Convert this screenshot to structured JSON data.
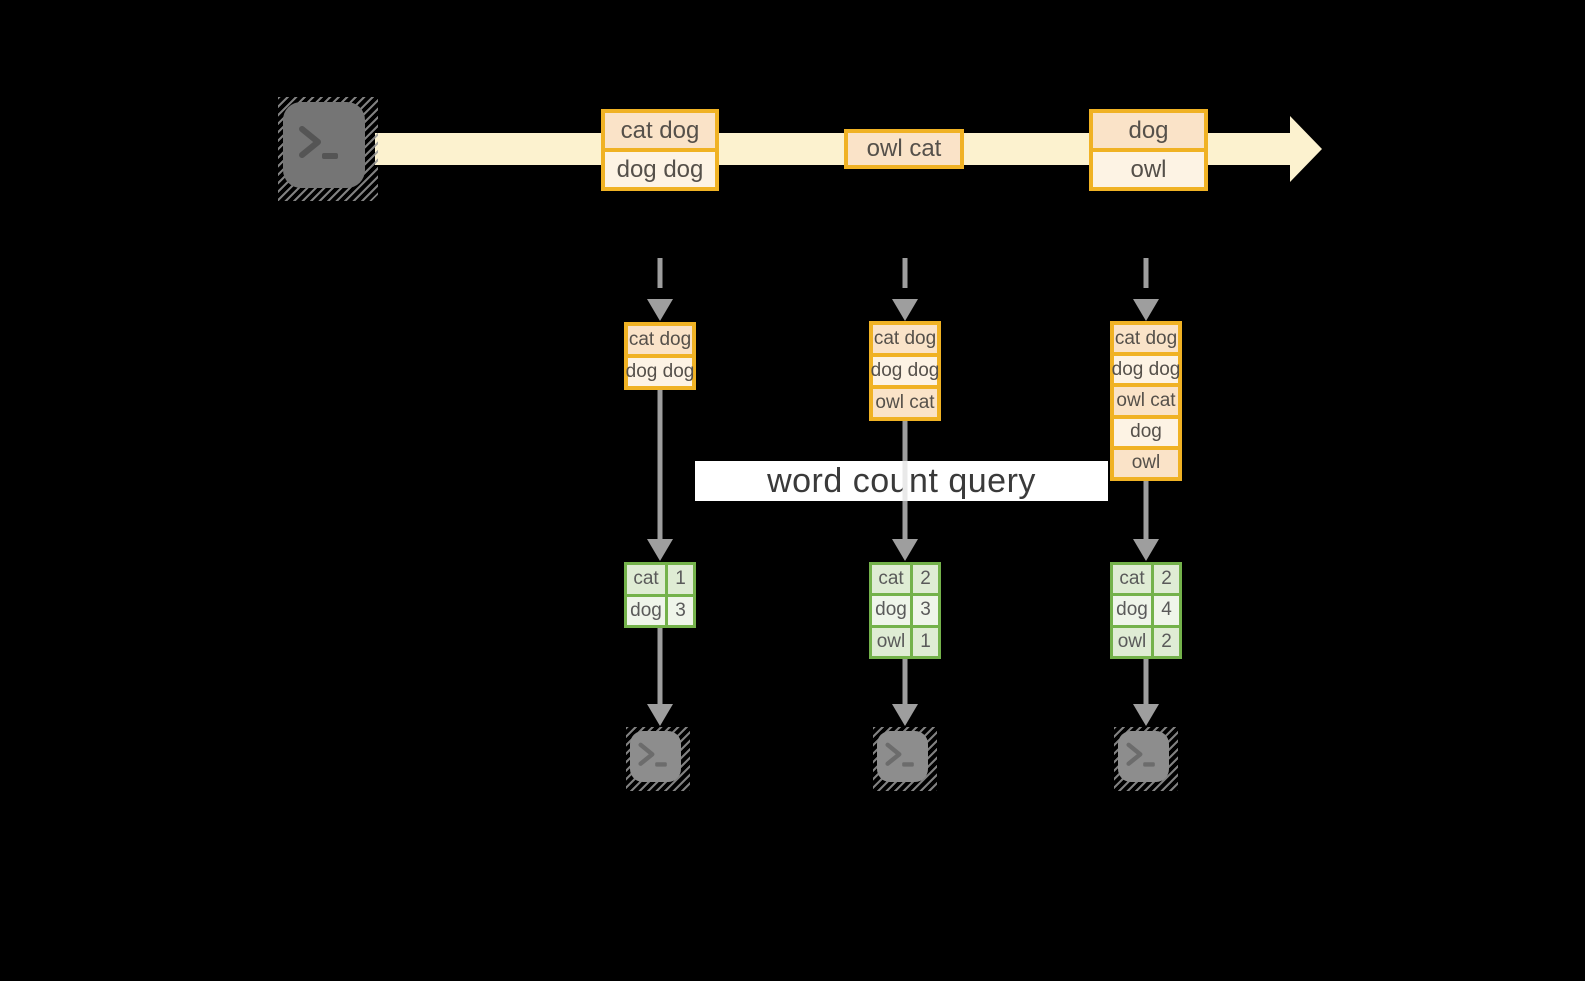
{
  "diagram": {
    "query_label": "word count query",
    "stream": {
      "source_icon": "terminal-icon",
      "batches": [
        {
          "rows": [
            "cat dog",
            "dog dog"
          ]
        },
        {
          "rows": [
            "owl cat"
          ]
        },
        {
          "rows": [
            "dog",
            "owl"
          ]
        }
      ]
    },
    "columns": [
      {
        "input_rows": [
          "cat dog",
          "dog dog"
        ],
        "counts": [
          {
            "word": "cat",
            "count": 1
          },
          {
            "word": "dog",
            "count": 3
          }
        ],
        "sink_icon": "terminal-icon"
      },
      {
        "input_rows": [
          "cat dog",
          "dog dog",
          "owl cat"
        ],
        "counts": [
          {
            "word": "cat",
            "count": 2
          },
          {
            "word": "dog",
            "count": 3
          },
          {
            "word": "owl",
            "count": 1
          }
        ],
        "sink_icon": "terminal-icon"
      },
      {
        "input_rows": [
          "cat dog",
          "dog dog",
          "owl cat",
          "dog",
          "owl"
        ],
        "counts": [
          {
            "word": "cat",
            "count": 2
          },
          {
            "word": "dog",
            "count": 4
          },
          {
            "word": "owl",
            "count": 2
          }
        ],
        "sink_icon": "terminal-icon"
      }
    ],
    "colors": {
      "background": "#000000",
      "stream_fill": "#fcf2cf",
      "batch_border": "#f0b224",
      "batch_row_peach": "#fae3c8",
      "batch_row_cream": "#fdf3e4",
      "table_border": "#74b24b",
      "table_row_green": "#dfecd4",
      "table_row_light": "#eff5ea",
      "arrow_gray": "#9e9e9e",
      "query_band": "#ffffff"
    }
  }
}
